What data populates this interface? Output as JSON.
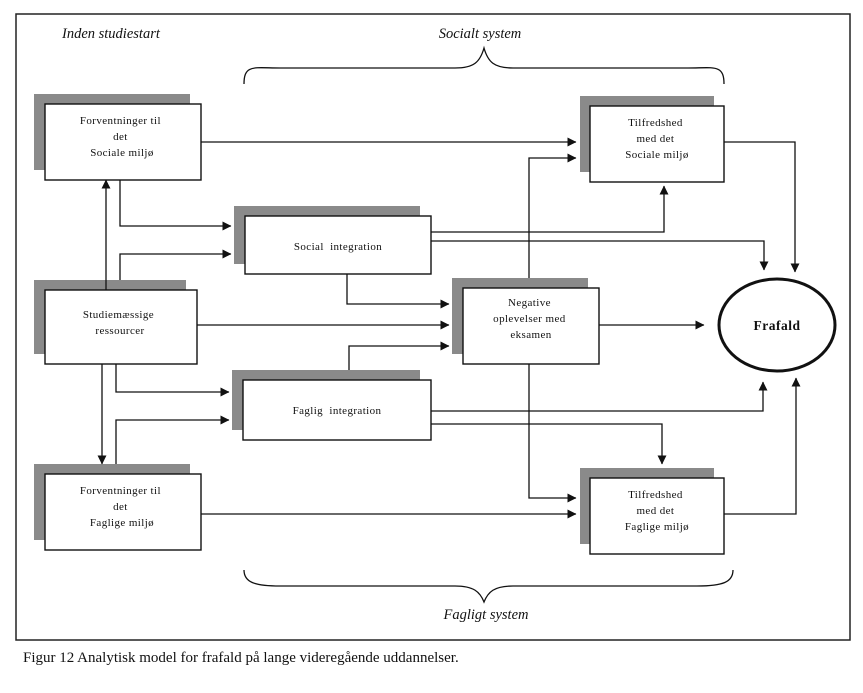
{
  "labels": {
    "before_start": "Inden studiestart",
    "social_system": "Socialt system",
    "academic_system": "Fagligt system"
  },
  "nodes": {
    "expect_social": [
      "Forventninger til",
      "det",
      "Sociale miljø"
    ],
    "resources": [
      "Studiemæssige",
      "ressourcer"
    ],
    "expect_academic": [
      "Forventninger til",
      "det",
      "Faglige miljø"
    ],
    "social_integration": [
      "Social  integration"
    ],
    "academic_integration": [
      "Faglig  integration"
    ],
    "negative_exam": [
      "Negative",
      "oplevelser med",
      "eksamen"
    ],
    "satisfaction_social": [
      "Tilfredshed",
      "med det",
      "Sociale miljø"
    ],
    "satisfaction_academic": [
      "Tilfredshed",
      "med det",
      "Faglige miljø"
    ]
  },
  "outcome": "Frafald",
  "caption": "Figur 12 Analytisk model for frafald på lange videregående uddannelser."
}
